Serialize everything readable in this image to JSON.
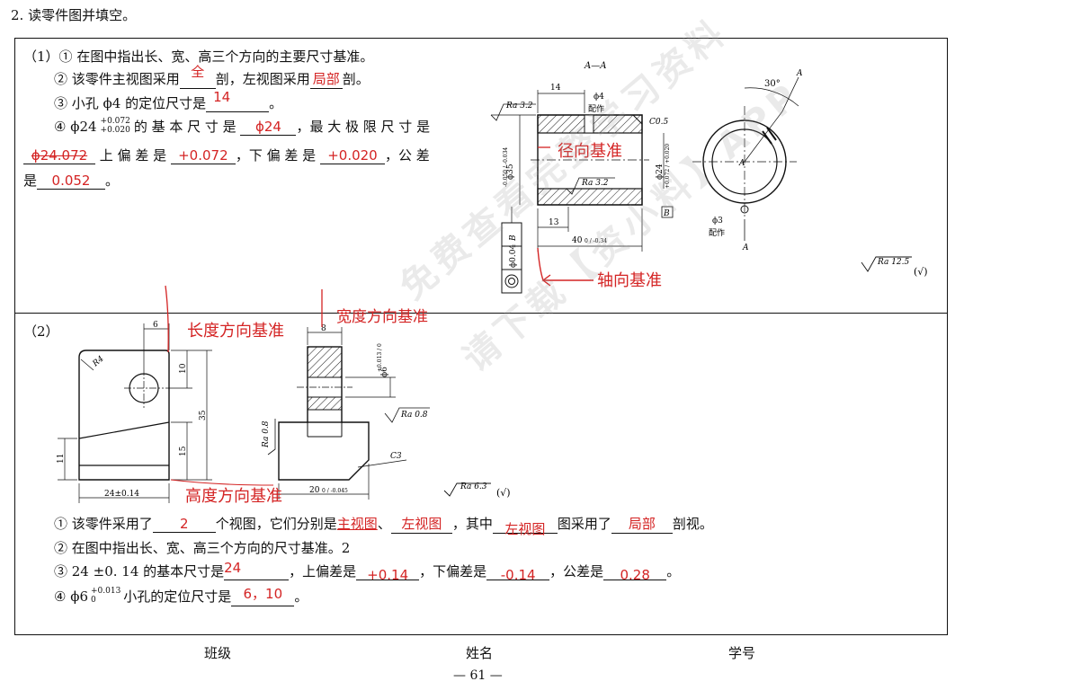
{
  "header": {
    "question": "2. 读零件图并填空。"
  },
  "part1": {
    "label": "（1）",
    "q1": "① 在图中指出长、宽、高三个方向的主要尺寸基准。",
    "q2_a": "② 该零件主视图采用",
    "q2_ans1": "全",
    "q2_b": "剖，左视图采用",
    "q2_ans2": "局部",
    "q2_c": "剖。",
    "q3_a": "③ 小孔 ϕ4 的定位尺寸是",
    "q3_ans": "14",
    "q3_b": "。",
    "q4_a": "④ ϕ24",
    "q4_tol_up": "+0.072",
    "q4_tol_low": "+0.020",
    "q4_b": "的 基 本 尺 寸 是",
    "q4_ans_basic": "ϕ24",
    "q4_c": "，最 大 极 限 尺 寸 是",
    "q4_ans_max": "ϕ24.072",
    "q4_d": "上 偏 差 是",
    "q4_ans_upper": "+0.072",
    "q4_e": "，下 偏 差 是",
    "q4_ans_lower": "+0.020",
    "q4_f": "，公 差",
    "q4_g": "是",
    "q4_ans_tol": "0.052",
    "q4_h": "。",
    "note_radial": "径向基准",
    "note_axial": "轴向基准",
    "drawing": {
      "section_label": "A—A",
      "ra32_top": "Ra 3.2",
      "ra32_bottom": "Ra 3.2",
      "dim_14": "14",
      "phi4": "ϕ4",
      "peizuo1": "配作",
      "c05": "C0.5",
      "phi35": "ϕ35",
      "phi35_tol": "-0.050 / -0.034",
      "phi24": "ϕ24",
      "phi24_tol": "+0.072 / +0.020",
      "dim_13": "13",
      "dim_40": "40",
      "dim_40_tol": "0 / -0.34",
      "datum_b": "B",
      "tol_box_val": "ϕ0.04",
      "tol_box_datum": "B",
      "angle_30": "30°",
      "a_top": "A",
      "a_bottom": "A",
      "a_center": "A",
      "phi3": "ϕ3",
      "peizuo2": "配作",
      "ra125": "Ra 12.5",
      "check1": "(√)"
    }
  },
  "part2": {
    "label": "（2）",
    "note_length": "长度方向基准",
    "note_width": "宽度方向基准",
    "note_height": "高度方向基准",
    "drawing": {
      "dim_6": "6",
      "r4": "R4",
      "dim_10": "10",
      "dim_35": "35",
      "dim_15": "15",
      "dim_11": "11",
      "dim_24": "24±0.14",
      "dim_8": "8",
      "phi6": "ϕ6",
      "phi6_tol": "+0.013 / 0",
      "ra08_right": "Ra 0.8",
      "ra08_left": "Ra 0.8",
      "c3": "C3",
      "dim_20": "20",
      "dim_20_tol": "0 / -0.045",
      "ra63": "Ra 6.3",
      "check2": "(√)"
    },
    "q1_a": "① 该零件采用了",
    "q1_ans1": "2",
    "q1_b": "个视图，它们分别是",
    "q1_ans2": "主视图",
    "q1_sep": "、",
    "q1_ans3": "左视图",
    "q1_c": "，其中",
    "q1_ans4": "左视图",
    "q1_d": "图采用了",
    "q1_ans5": "局部",
    "q1_e": "剖视。",
    "q2": "② 在图中指出长、宽、高三个方向的尺寸基准。2",
    "q3_a": "③ 24 ±0. 14 的基本尺寸是",
    "q3_ans1": "24",
    "q3_b": "，上偏差是",
    "q3_ans2": "+0.14",
    "q3_c": "，下偏差是",
    "q3_ans3": "-0.14",
    "q3_d": "，公差是",
    "q3_ans4": "0.28",
    "q3_e": "。",
    "q4_a": "④ ϕ6",
    "q4_tol_up": "+0.013",
    "q4_tol_low": "0",
    "q4_b": "小孔的定位尺寸是",
    "q4_ans": "6，10",
    "q4_c": "。"
  },
  "watermark": {
    "line1": "免费查看完整学习资料",
    "line2": "请下载【资小料】APP"
  },
  "footer": {
    "class_label": "班级",
    "name_label": "姓名",
    "id_label": "学号",
    "page_number": "— 61 —"
  }
}
